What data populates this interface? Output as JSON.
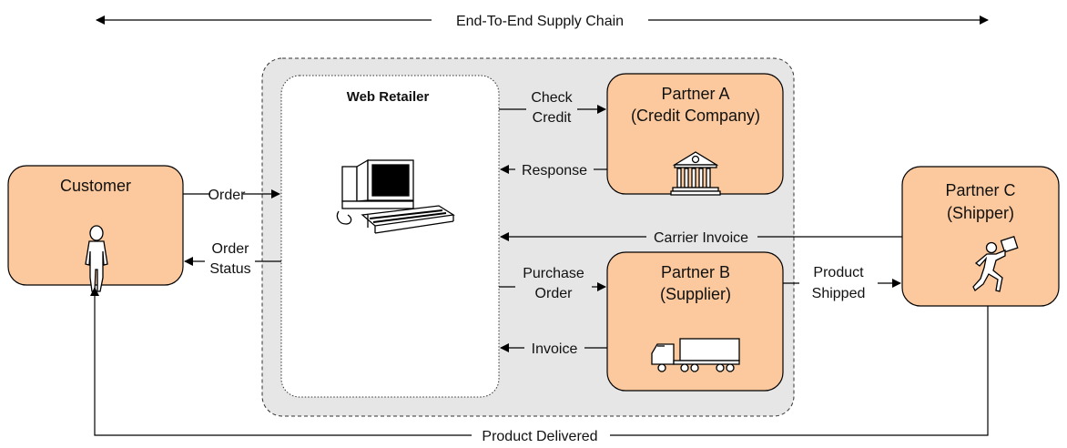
{
  "header": {
    "span_label": "End-To-End Supply Chain"
  },
  "colors": {
    "partner_fill": "#fbc99d",
    "container_fill": "#e6e6e6",
    "retailer_fill": "#ffffff",
    "line": "#000000"
  },
  "nodes": {
    "retailer": {
      "title": "Web Retailer",
      "icon": "computer-icon"
    },
    "customer": {
      "title": "Customer",
      "icon": "person-icon"
    },
    "partner_a": {
      "title_line1": "Partner A",
      "title_line2": "(Credit Company)",
      "icon": "bank-icon"
    },
    "partner_b": {
      "title_line1": "Partner B",
      "title_line2": "(Supplier)",
      "icon": "truck-icon"
    },
    "partner_c": {
      "title_line1": "Partner C",
      "title_line2": "(Shipper)",
      "icon": "runner-icon"
    }
  },
  "flows": {
    "order": "Order",
    "order_status_line1": "Order",
    "order_status_line2": "Status",
    "check_credit_line1": "Check",
    "check_credit_line2": "Credit",
    "response": "Response",
    "carrier_invoice": "Carrier Invoice",
    "purchase_order_line1": "Purchase",
    "purchase_order_line2": "Order",
    "invoice": "Invoice",
    "product_shipped_line1": "Product",
    "product_shipped_line2": "Shipped",
    "product_delivered": "Product Delivered"
  }
}
